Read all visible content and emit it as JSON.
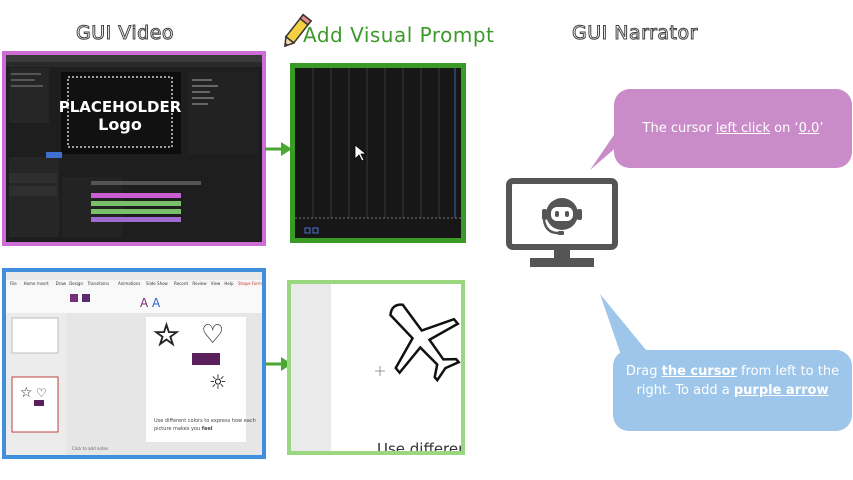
{
  "headings": {
    "gui_video": "GUI Video",
    "add_visual_prompt": "Add Visual Prompt",
    "gui_narrator": "GUI Narrator"
  },
  "video_premiere": {
    "logo_line1": "PLACEHOLDER",
    "logo_line2": "Logo"
  },
  "video_ppt": {
    "ribbon_tabs": [
      "File",
      "Home",
      "Insert",
      "Draw",
      "Design",
      "Transitions",
      "Animations",
      "Slide Show",
      "Record",
      "Review",
      "View",
      "Help",
      "Shape Format"
    ],
    "slide_caption": "Use different colors to express how each picture makes you",
    "slide_caption_bold": "feel",
    "notes_placeholder": "Click to add notes"
  },
  "prompt_ppt": {
    "partial_text": "Use differer"
  },
  "narration": {
    "bubble1": {
      "prefix": "The cursor ",
      "action": "left click",
      "middle": " on ‘",
      "target": "0.0",
      "suffix": "’"
    },
    "bubble2": {
      "prefix": "Drag ",
      "subject": "the cursor",
      "middle": " from left to the right. To add a ",
      "object": "purple arrow"
    }
  },
  "colors": {
    "pink_frame": "#cf6dd6",
    "blue_frame": "#3f8fdc",
    "dark_green": "#3a9a26",
    "light_green": "#9ad880",
    "pink_bubble": "#c98cc8",
    "blue_bubble": "#9dc6ea",
    "monitor": "#555555"
  },
  "icons": [
    "pencil-icon",
    "robot-headset-icon",
    "monitor-icon",
    "cursor-icon",
    "crosshair-icon",
    "airplane-icon",
    "star-icon",
    "heart-icon",
    "sun-icon"
  ]
}
